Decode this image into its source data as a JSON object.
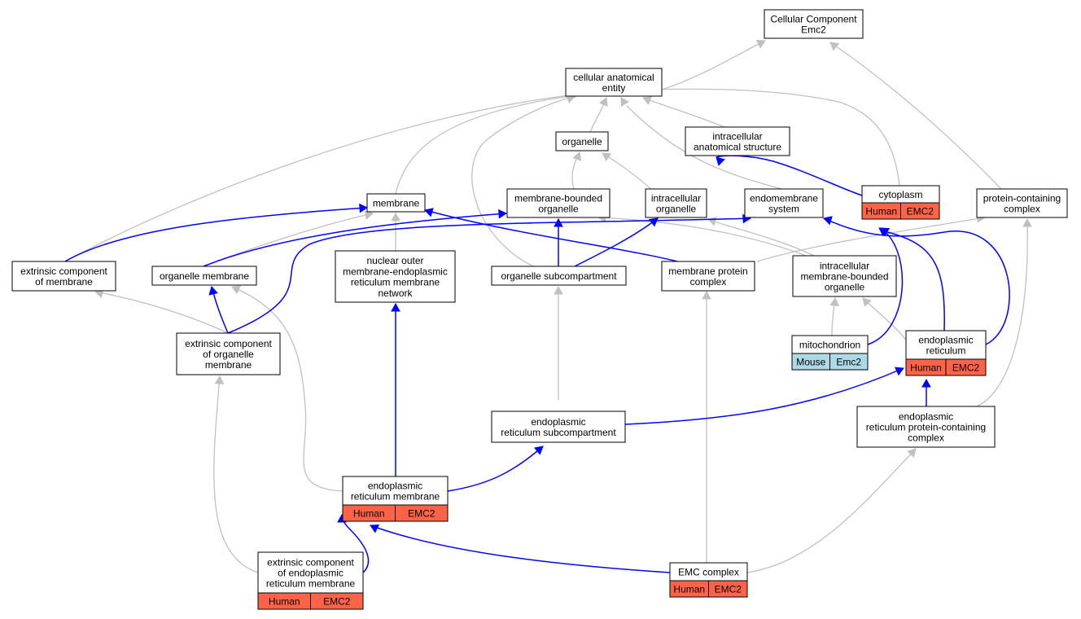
{
  "colors": {
    "human": "#ff6347",
    "mouse": "#add8e6",
    "edge_gray": "#c0c0c0",
    "edge_blue": "#0000ff"
  },
  "nodes": {
    "cellular_component": [
      "Cellular Component",
      "Emc2"
    ],
    "cellular_anatomical_entity": [
      "cellular anatomical",
      "entity"
    ],
    "organelle": [
      "organelle"
    ],
    "intracellular_anatomical_structure": [
      "intracellular",
      "anatomical structure"
    ],
    "membrane": [
      "membrane"
    ],
    "membrane_bounded_organelle": [
      "membrane-bounded",
      "organelle"
    ],
    "intracellular_organelle": [
      "intracellular",
      "organelle"
    ],
    "endomembrane_system": [
      "endomembrane",
      "system"
    ],
    "cytoplasm": [
      "cytoplasm"
    ],
    "protein_containing_complex": [
      "protein-containing",
      "complex"
    ],
    "extrinsic_component_of_membrane": [
      "extrinsic component",
      "of membrane"
    ],
    "organelle_membrane": [
      "organelle membrane"
    ],
    "nuclear_outer_membrane": [
      "nuclear outer",
      "membrane-endoplasmic",
      "reticulum membrane",
      "network"
    ],
    "organelle_subcompartment": [
      "organelle subcompartment"
    ],
    "membrane_protein_complex": [
      "membrane protein",
      "complex"
    ],
    "intracellular_membrane_bounded_organelle": [
      "intracellular",
      "membrane-bounded",
      "organelle"
    ],
    "extrinsic_component_of_organelle_membrane": [
      "extrinsic component",
      "of organelle",
      "membrane"
    ],
    "mitochondrion": [
      "mitochondrion"
    ],
    "endoplasmic_reticulum": [
      "endoplasmic",
      "reticulum"
    ],
    "er_subcompartment": [
      "endoplasmic",
      "reticulum subcompartment"
    ],
    "er_protein_containing_complex": [
      "endoplasmic",
      "reticulum protein-containing",
      "complex"
    ],
    "er_membrane": [
      "endoplasmic",
      "reticulum membrane"
    ],
    "extrinsic_component_of_er_membrane": [
      "extrinsic component",
      "of endoplasmic",
      "reticulum membrane"
    ],
    "emc_complex": [
      "EMC complex"
    ]
  },
  "tags": {
    "cytoplasm": [
      "Human",
      "EMC2"
    ],
    "mitochondrion": [
      "Mouse",
      "Emc2"
    ],
    "endoplasmic_reticulum": [
      "Human",
      "EMC2"
    ],
    "er_membrane": [
      "Human",
      "EMC2"
    ],
    "extrinsic_component_of_er_membrane": [
      "Human",
      "EMC2"
    ],
    "emc_complex": [
      "Human",
      "EMC2"
    ]
  }
}
